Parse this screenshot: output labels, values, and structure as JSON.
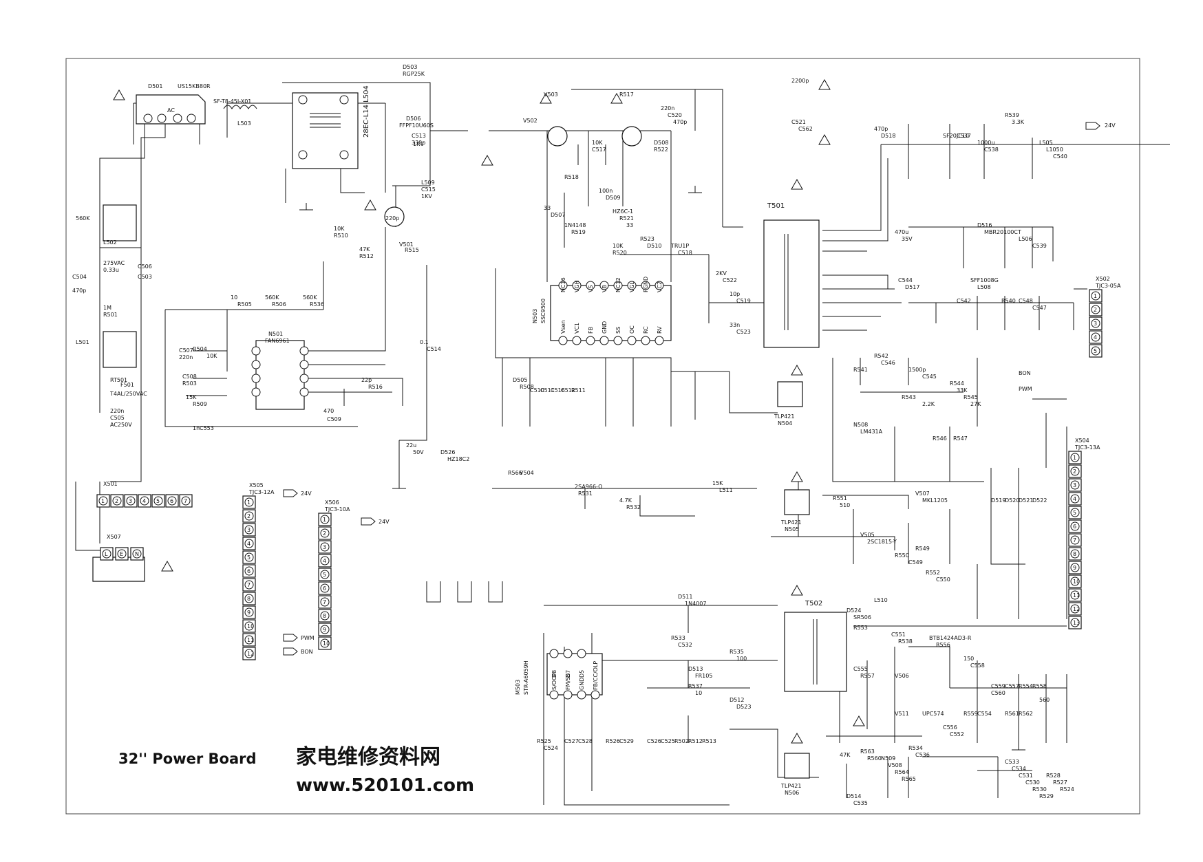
{
  "title": "32'' Power Board",
  "watermark": {
    "brand": "家电维修资料网",
    "url": "www.520101.com"
  },
  "rails": {
    "out_24v": "24V"
  },
  "ics": [
    {
      "ref": "N501",
      "part": "FAN6961"
    },
    {
      "ref": "N503",
      "part": "SSC9500"
    },
    {
      "ref": "M503",
      "part": "STR-A6059H"
    }
  ],
  "n503_pins": [
    "Vsen",
    "VC1",
    "FB",
    "GND",
    "SS",
    "OC",
    "RC",
    "RV",
    "NC16",
    "VGH",
    "VS",
    "VB",
    "NC12",
    "VGL",
    "PGND",
    "VC2"
  ],
  "m503_pins": [
    "S/OCP",
    "FM/SS",
    "GND",
    "FB/CC/OLP",
    "D8",
    "D7",
    "D5"
  ],
  "transformers": [
    {
      "ref": "T501",
      "label": "T501"
    },
    {
      "ref": "T502",
      "label": "T502"
    },
    {
      "ref": "L504",
      "label": "28EC-L14 L504"
    }
  ],
  "optocouplers": [
    {
      "ref": "N504",
      "part": "TLP421"
    },
    {
      "ref": "N505",
      "part": "TLP421"
    },
    {
      "ref": "N506",
      "part": "TLP421"
    }
  ],
  "connectors": [
    {
      "ref": "X501",
      "pins": [
        "1",
        "2",
        "3",
        "4",
        "5",
        "6",
        "7"
      ]
    },
    {
      "ref": "X502",
      "part": "TJC3-05A",
      "pins": [
        "1",
        "2",
        "3",
        "4",
        "5"
      ]
    },
    {
      "ref": "X504",
      "part": "TJC3-13A",
      "pins": [
        "1",
        "2",
        "3",
        "4",
        "5",
        "6",
        "7",
        "8",
        "9",
        "10",
        "11",
        "12",
        "13"
      ]
    },
    {
      "ref": "X505",
      "part": "TJC3-12A",
      "pins": [
        "1",
        "2",
        "3",
        "4",
        "5",
        "6",
        "7",
        "8",
        "9",
        "10",
        "11",
        "12"
      ]
    },
    {
      "ref": "X506",
      "part": "TJC3-10A",
      "pins": [
        "1",
        "2",
        "3",
        "4",
        "5",
        "6",
        "7",
        "8",
        "9",
        "10"
      ]
    },
    {
      "ref": "X507",
      "pins": [
        "L",
        "E",
        "N"
      ]
    }
  ],
  "signals": {
    "bon": "BON",
    "pwm": "PWM",
    "ac": "AC",
    "v24": "24V"
  },
  "labels": [
    {
      "t": "D501"
    },
    {
      "t": "US15KB80R"
    },
    {
      "t": "SF-T8-45I-X01"
    },
    {
      "t": "L503"
    },
    {
      "t": "D503"
    },
    {
      "t": "RGP25K"
    },
    {
      "t": "D506"
    },
    {
      "t": "FFPF10U60S"
    },
    {
      "t": "C513"
    },
    {
      "t": "330p"
    },
    {
      "t": "1KV"
    },
    {
      "t": "L509"
    },
    {
      "t": "C515"
    },
    {
      "t": "1KV"
    },
    {
      "t": "220p"
    },
    {
      "t": "V501"
    },
    {
      "t": "R515"
    },
    {
      "t": "10K"
    },
    {
      "t": "R510"
    },
    {
      "t": "47K"
    },
    {
      "t": "R512"
    },
    {
      "t": "10"
    },
    {
      "t": "R505"
    },
    {
      "t": "560K"
    },
    {
      "t": "R506"
    },
    {
      "t": "560K"
    },
    {
      "t": "R536"
    },
    {
      "t": "560K"
    },
    {
      "t": "L501"
    },
    {
      "t": "L502"
    },
    {
      "t": "275VAC"
    },
    {
      "t": "0.33u"
    },
    {
      "t": "C504"
    },
    {
      "t": "470p"
    },
    {
      "t": "C503"
    },
    {
      "t": "C506"
    },
    {
      "t": "1M"
    },
    {
      "t": "R501"
    },
    {
      "t": "RT501"
    },
    {
      "t": "F501"
    },
    {
      "t": "T4AL/250VAC"
    },
    {
      "t": "220n"
    },
    {
      "t": "C505"
    },
    {
      "t": "AC250V"
    },
    {
      "t": "C507"
    },
    {
      "t": "220n"
    },
    {
      "t": "R504"
    },
    {
      "t": "10K"
    },
    {
      "t": "C508"
    },
    {
      "t": "R503"
    },
    {
      "t": "15K"
    },
    {
      "t": "R509"
    },
    {
      "t": "470"
    },
    {
      "t": "C509"
    },
    {
      "t": "1n"
    },
    {
      "t": "C553"
    },
    {
      "t": "22p"
    },
    {
      "t": "R516"
    },
    {
      "t": "0.1"
    },
    {
      "t": "C514"
    },
    {
      "t": "22u"
    },
    {
      "t": "50V"
    },
    {
      "t": "D526"
    },
    {
      "t": "HZ18C2"
    },
    {
      "t": "R566"
    },
    {
      "t": "V504"
    },
    {
      "t": "2SA966-O"
    },
    {
      "t": "R531"
    },
    {
      "t": "4.7K"
    },
    {
      "t": "R532"
    },
    {
      "t": "15K"
    },
    {
      "t": "L511"
    },
    {
      "t": "V502"
    },
    {
      "t": "V503"
    },
    {
      "t": "R517"
    },
    {
      "t": "R518"
    },
    {
      "t": "33"
    },
    {
      "t": "D507"
    },
    {
      "t": "1N4148"
    },
    {
      "t": "R519"
    },
    {
      "t": "10K"
    },
    {
      "t": "C517"
    },
    {
      "t": "100n"
    },
    {
      "t": "D509"
    },
    {
      "t": "HZ6C-1"
    },
    {
      "t": "R521"
    },
    {
      "t": "33"
    },
    {
      "t": "D508"
    },
    {
      "t": "R522"
    },
    {
      "t": "10K"
    },
    {
      "t": "R520"
    },
    {
      "t": "R523"
    },
    {
      "t": "D510"
    },
    {
      "t": "TRU1P"
    },
    {
      "t": "C518"
    },
    {
      "t": "220n"
    },
    {
      "t": "C520"
    },
    {
      "t": "470p"
    },
    {
      "t": "2KV"
    },
    {
      "t": "C522"
    },
    {
      "t": "10p"
    },
    {
      "t": "C519"
    },
    {
      "t": "33n"
    },
    {
      "t": "C523"
    },
    {
      "t": "2200p"
    },
    {
      "t": "C521"
    },
    {
      "t": "C562"
    },
    {
      "t": "470p"
    },
    {
      "t": "D518"
    },
    {
      "t": "SF20JC10"
    },
    {
      "t": "C537"
    },
    {
      "t": "1000u"
    },
    {
      "t": "C538"
    },
    {
      "t": "R539"
    },
    {
      "t": "3.3K"
    },
    {
      "t": "L505"
    },
    {
      "t": "L1050"
    },
    {
      "t": "C540"
    },
    {
      "t": "470u"
    },
    {
      "t": "35V"
    },
    {
      "t": "D516"
    },
    {
      "t": "MBR20100CT"
    },
    {
      "t": "L506"
    },
    {
      "t": "C539"
    },
    {
      "t": "C544"
    },
    {
      "t": "D517"
    },
    {
      "t": "SFF1008G"
    },
    {
      "t": "L508"
    },
    {
      "t": "C542"
    },
    {
      "t": "R540"
    },
    {
      "t": "C548"
    },
    {
      "t": "C547"
    },
    {
      "t": "R541"
    },
    {
      "t": "R542"
    },
    {
      "t": "C546"
    },
    {
      "t": "1500p"
    },
    {
      "t": "C545"
    },
    {
      "t": "R543"
    },
    {
      "t": "2.2K"
    },
    {
      "t": "R544"
    },
    {
      "t": "33K"
    },
    {
      "t": "R545"
    },
    {
      "t": "27K"
    },
    {
      "t": "N508"
    },
    {
      "t": "LM431A"
    },
    {
      "t": "R546"
    },
    {
      "t": "R547"
    },
    {
      "t": "R551"
    },
    {
      "t": "510"
    },
    {
      "t": "V507"
    },
    {
      "t": "MKL1205"
    },
    {
      "t": "V505"
    },
    {
      "t": "2SC1815-Y"
    },
    {
      "t": "R550"
    },
    {
      "t": "C549"
    },
    {
      "t": "R549"
    },
    {
      "t": "R552"
    },
    {
      "t": "C550"
    },
    {
      "t": "D519"
    },
    {
      "t": "D520"
    },
    {
      "t": "D521"
    },
    {
      "t": "D522"
    },
    {
      "t": "D511"
    },
    {
      "t": "1N4007"
    },
    {
      "t": "R533"
    },
    {
      "t": "C532"
    },
    {
      "t": "R535"
    },
    {
      "t": "100"
    },
    {
      "t": "D513"
    },
    {
      "t": "FR105"
    },
    {
      "t": "R537"
    },
    {
      "t": "10"
    },
    {
      "t": "D512"
    },
    {
      "t": "D523"
    },
    {
      "t": "D524"
    },
    {
      "t": "SR506"
    },
    {
      "t": "R553"
    },
    {
      "t": "L510"
    },
    {
      "t": "C551"
    },
    {
      "t": "R538"
    },
    {
      "t": "C555"
    },
    {
      "t": "R557"
    },
    {
      "t": "V506"
    },
    {
      "t": "BTB1424AD3-R"
    },
    {
      "t": "R556"
    },
    {
      "t": "150"
    },
    {
      "t": "C558"
    },
    {
      "t": "C559"
    },
    {
      "t": "C560"
    },
    {
      "t": "C557"
    },
    {
      "t": "R554"
    },
    {
      "t": "R558"
    },
    {
      "t": "560"
    },
    {
      "t": "V511"
    },
    {
      "t": "UPC574"
    },
    {
      "t": "C556"
    },
    {
      "t": "C552"
    },
    {
      "t": "R559"
    },
    {
      "t": "C554"
    },
    {
      "t": "R561"
    },
    {
      "t": "R562"
    },
    {
      "t": "R563"
    },
    {
      "t": "R560"
    },
    {
      "t": "N509"
    },
    {
      "t": "V508"
    },
    {
      "t": "R564"
    },
    {
      "t": "R565"
    },
    {
      "t": "47K"
    },
    {
      "t": "R534"
    },
    {
      "t": "C536"
    },
    {
      "t": "D514"
    },
    {
      "t": "C535"
    },
    {
      "t": "C533"
    },
    {
      "t": "C534"
    },
    {
      "t": "C531"
    },
    {
      "t": "C530"
    },
    {
      "t": "R530"
    },
    {
      "t": "R529"
    },
    {
      "t": "R528"
    },
    {
      "t": "R527"
    },
    {
      "t": "R524"
    },
    {
      "t": "R525"
    },
    {
      "t": "C524"
    },
    {
      "t": "C527"
    },
    {
      "t": "C528"
    },
    {
      "t": "R526"
    },
    {
      "t": "C529"
    },
    {
      "t": "C526"
    },
    {
      "t": "C525"
    },
    {
      "t": "R502"
    },
    {
      "t": "R512"
    },
    {
      "t": "R513"
    },
    {
      "t": "D505"
    },
    {
      "t": "R508"
    },
    {
      "t": "C510"
    },
    {
      "t": "C511"
    },
    {
      "t": "C516"
    },
    {
      "t": "C512"
    },
    {
      "t": "R511"
    }
  ],
  "colors": {
    "ink": "#111111",
    "paper": "#ffffff"
  }
}
